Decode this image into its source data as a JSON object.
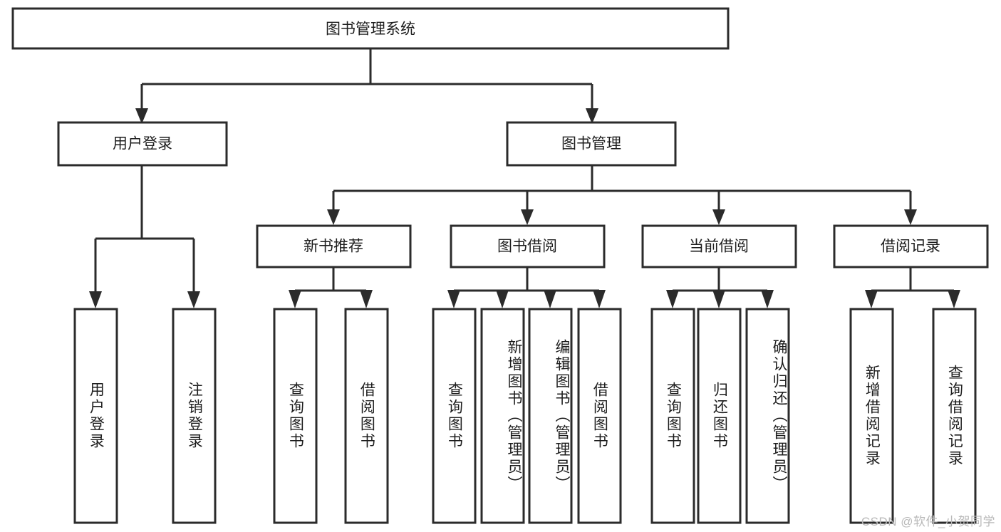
{
  "diagram": {
    "type": "tree",
    "title": "图书管理系统",
    "root": {
      "id": "root",
      "label": "图书管理系统"
    },
    "level2": [
      {
        "id": "user-login",
        "label": "用户登录"
      },
      {
        "id": "book-manage",
        "label": "图书管理"
      }
    ],
    "level3": [
      {
        "id": "new-book-recommend",
        "label": "新书推荐"
      },
      {
        "id": "book-borrow",
        "label": "图书借阅"
      },
      {
        "id": "current-borrow",
        "label": "当前借阅"
      },
      {
        "id": "borrow-record",
        "label": "借阅记录"
      }
    ],
    "leaves": [
      {
        "id": "leaf-user-login",
        "label": "用户登录",
        "parent": "user-login"
      },
      {
        "id": "leaf-logout",
        "label": "注销登录",
        "parent": "user-login"
      },
      {
        "id": "leaf-query-book-1",
        "label": "查询图书",
        "parent": "new-book-recommend"
      },
      {
        "id": "leaf-borrow-book-1",
        "label": "借阅图书",
        "parent": "new-book-recommend"
      },
      {
        "id": "leaf-query-book-2",
        "label": "查询图书",
        "parent": "book-borrow"
      },
      {
        "id": "leaf-add-book",
        "label": "新增图书（管理员）",
        "parent": "book-borrow"
      },
      {
        "id": "leaf-edit-book",
        "label": "编辑图书（管理员）",
        "parent": "book-borrow"
      },
      {
        "id": "leaf-borrow-book-2",
        "label": "借阅图书",
        "parent": "book-borrow"
      },
      {
        "id": "leaf-query-book-3",
        "label": "查询图书",
        "parent": "current-borrow"
      },
      {
        "id": "leaf-return-book",
        "label": "归还图书",
        "parent": "current-borrow"
      },
      {
        "id": "leaf-confirm-return",
        "label": "确认归还（管理员）",
        "parent": "current-borrow"
      },
      {
        "id": "leaf-add-record",
        "label": "新增借阅记录",
        "parent": "borrow-record"
      },
      {
        "id": "leaf-query-record",
        "label": "查询借阅记录",
        "parent": "borrow-record"
      }
    ],
    "colors": {
      "stroke": "#2b2b2b",
      "fill": "#ffffff",
      "text": "#1d1d1d",
      "watermark": "#b9b9b9"
    }
  },
  "watermark": {
    "text": "CSDN @软件_小贺同学"
  }
}
